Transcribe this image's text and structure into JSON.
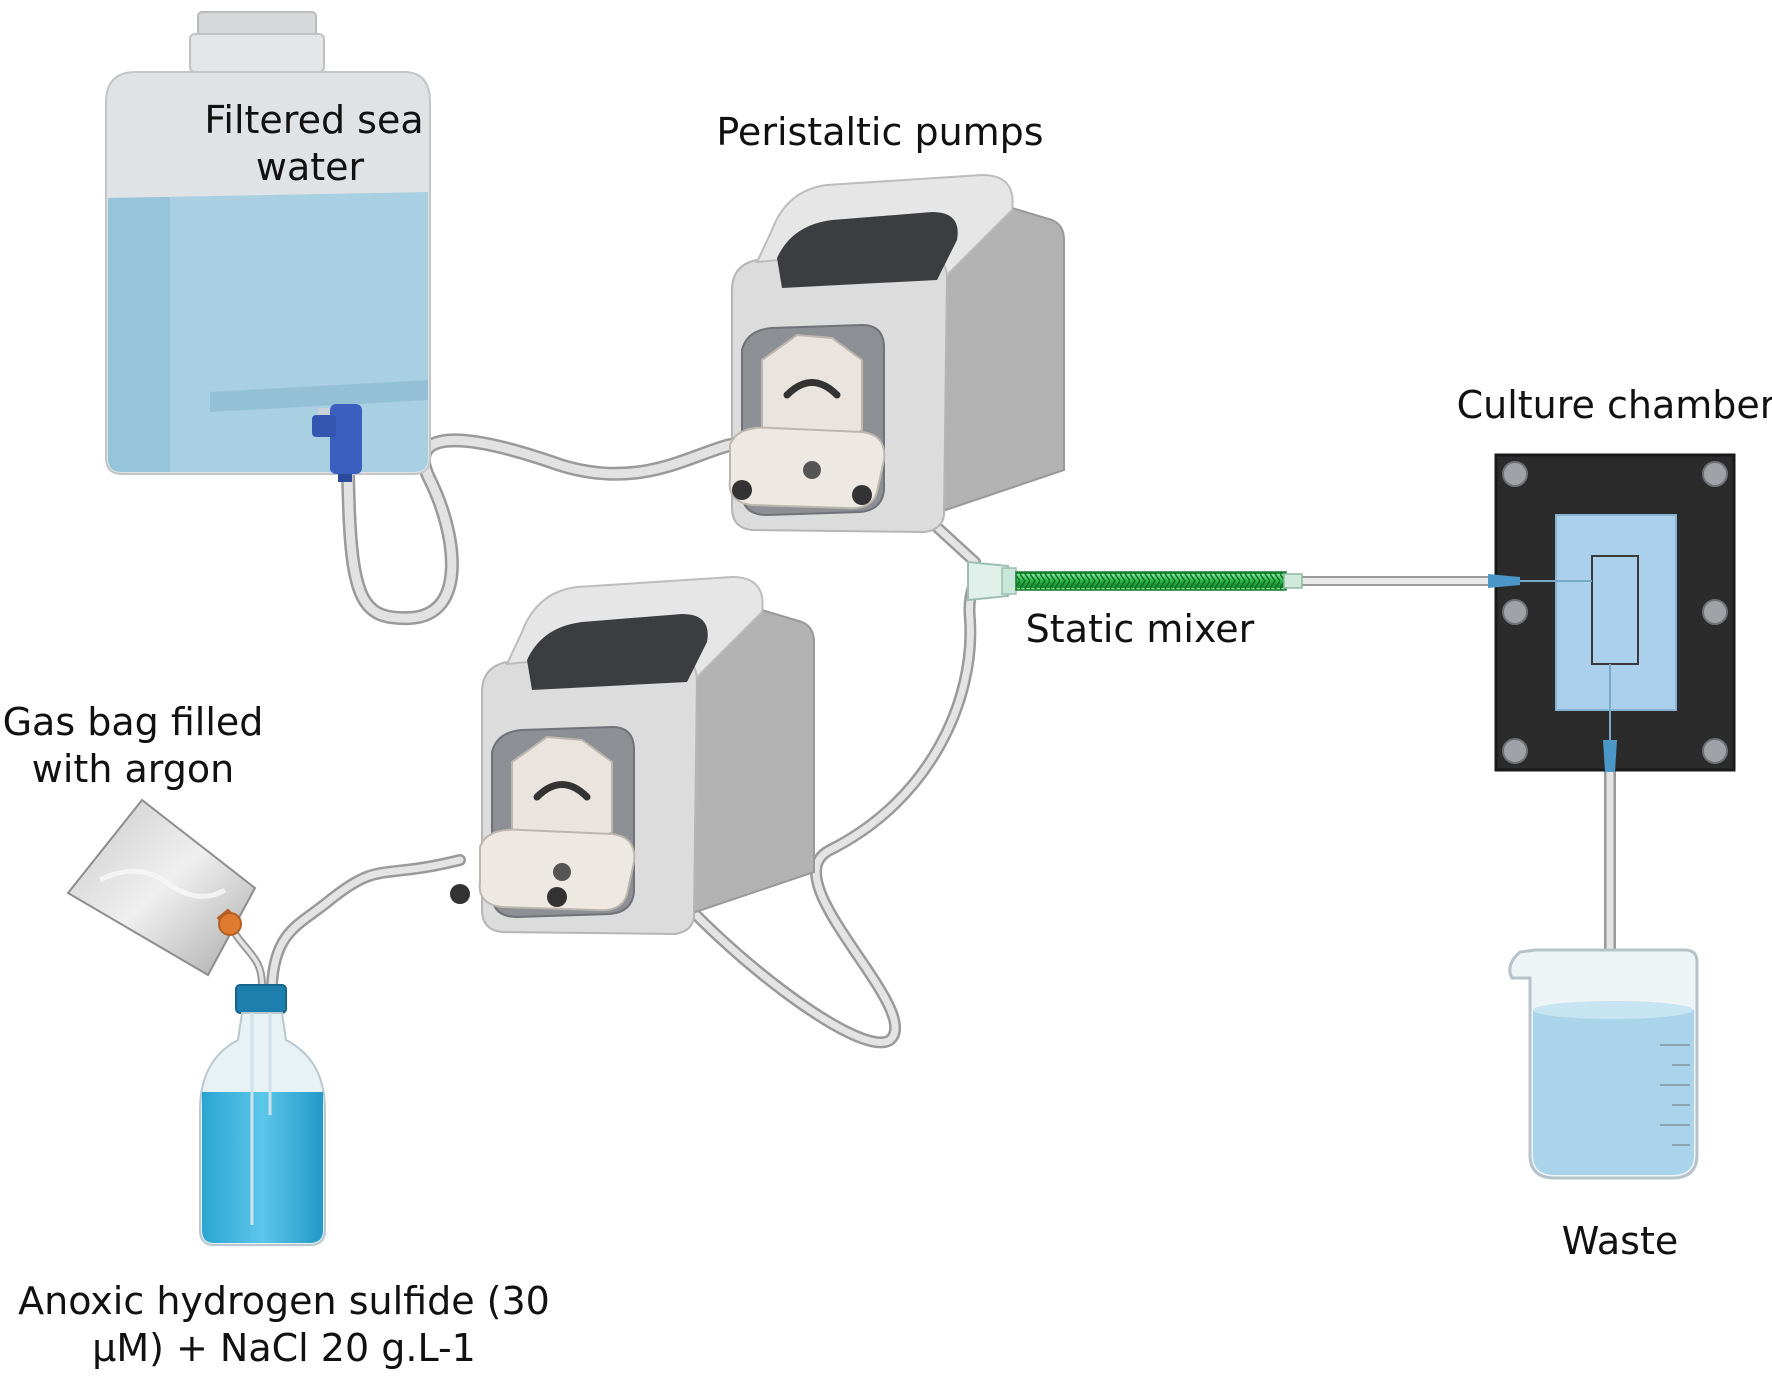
{
  "labels": {
    "seawater_line1": "Filtered sea",
    "seawater_line2": "water",
    "pumps": "Peristaltic pumps",
    "culture_chamber": "Culture chamber",
    "static_mixer": "Static mixer",
    "gas_bag_line1": "Gas bag filled",
    "gas_bag_line2": "with argon",
    "waste": "Waste",
    "sulfide_line1": "Anoxic hydrogen sulfide (30",
    "sulfide_line2": "µM) + NaCl 20 g.L-1"
  },
  "colors": {
    "water_light": "#a9cfe2",
    "solution_blue": "#3fb4dc",
    "pump_body": "#dcdcdc",
    "pump_dark": "#3c3d40",
    "mixer_green": "#2fbf4f",
    "chamber_frame": "#2b2b2b",
    "chamber_window": "#aad0ec",
    "valve_blue": "#3a5fbf",
    "cap_orange": "#e07a30"
  },
  "icons": [
    "carboy-icon",
    "peristaltic-pump-icon",
    "static-mixer-icon",
    "culture-chamber-icon",
    "gas-bag-icon",
    "media-bottle-icon",
    "beaker-icon"
  ]
}
